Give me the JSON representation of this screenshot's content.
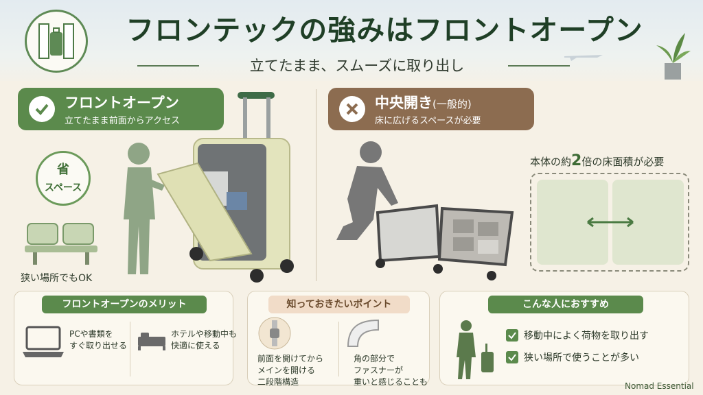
{
  "header": {
    "title": "フロンテックの強みはフロントオープン",
    "subtitle": "立てたまま、スムーズに取り出し"
  },
  "left_panel": {
    "heading": "フロントオープン",
    "subheading": "立てたまま前面からアクセス",
    "badge_line1": "省",
    "badge_line2": "スペース",
    "narrow_label": "狭い場所でもOK"
  },
  "right_panel": {
    "heading": "中央開き",
    "heading_note": "(一般的)",
    "subheading": "床に広げるスペースが必要",
    "area_prefix": "本体の約",
    "area_number": "2",
    "area_suffix": "倍の床面積が必要"
  },
  "merits_card": {
    "title": "フロントオープンのメリット",
    "item1": [
      "PCや書類を",
      "すぐ取り出せる"
    ],
    "item2": [
      "ホテルや移動中も",
      "快適に使える"
    ]
  },
  "points_card": {
    "title": "知っておきたいポイント",
    "item1": [
      "前面を開けてから",
      "メインを開ける",
      "二段階構造"
    ],
    "item2": [
      "角の部分で",
      "ファスナーが",
      "重いと感じることも"
    ]
  },
  "recommend_card": {
    "title": "こんな人におすすめ",
    "checks": [
      "移動中によく荷物を取り出す",
      "狭い場所で使うことが多い"
    ]
  },
  "brand": "Nomad Essential",
  "colors": {
    "accent_green": "#5b8a4c",
    "accent_brown": "#8c6c50",
    "background": "#f6f1e6"
  }
}
